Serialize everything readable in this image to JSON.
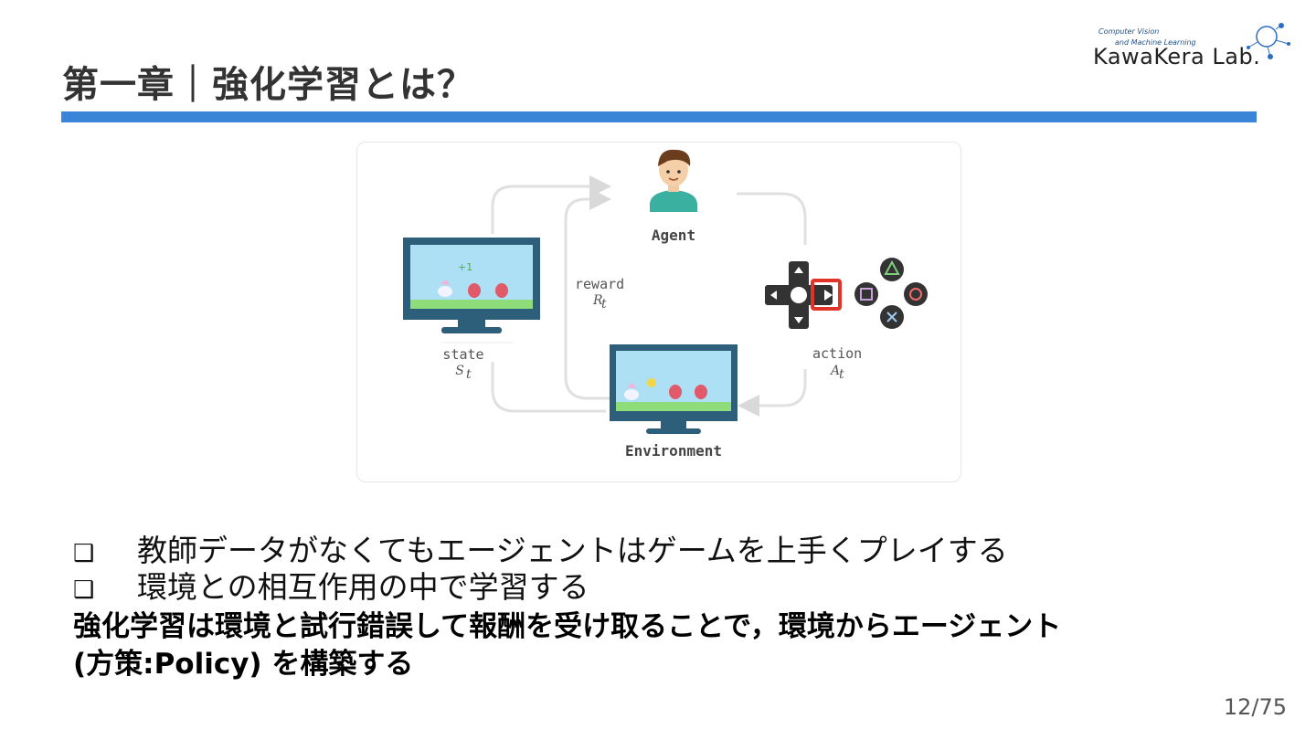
{
  "slide": {
    "title": "第一章｜強化学習とは？",
    "accent_color": "#3b85d9"
  },
  "logo": {
    "line1": "Computer Vision",
    "line2": "and Machine Learning",
    "name": "KawaKera Lab."
  },
  "figure": {
    "agent_label": "Agent",
    "environment_label": "Environment",
    "reward_label": "reward",
    "reward_symbol": "R",
    "state_label": "state",
    "state_symbol": "S",
    "action_label": "action",
    "action_symbol": "A",
    "time_subscript": "t",
    "score_text": "+1"
  },
  "bullets": [
    {
      "marker": "❑",
      "text": "教師データがなくてもエージェントはゲームを上手くプレイする"
    },
    {
      "marker": "❑",
      "text": "環境との相互作用の中で学習する"
    }
  ],
  "conclusion": {
    "line1": "強化学習は環境と試行錯誤して報酬を受け取ることで，環境からエージェント",
    "line2": "(方策:Policy) を構築する"
  },
  "page_number": "12/75"
}
